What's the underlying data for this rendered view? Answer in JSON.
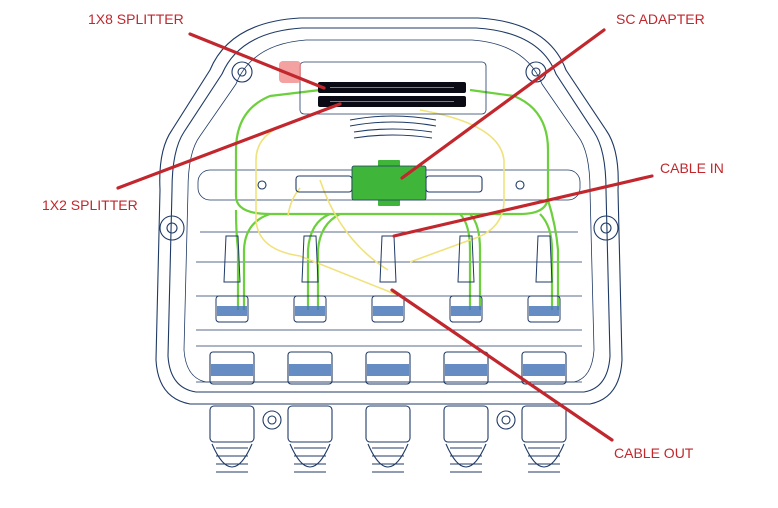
{
  "labels": {
    "splitter_1x8": "1X8 SPLITTER",
    "sc_adapter": "SC  ADAPTER",
    "cable_in": "CABLE IN",
    "splitter_1x2": "1X2 SPLITTER",
    "cable_out": "CABLE OUT"
  },
  "colors": {
    "callout": "#c1272d",
    "outline": "#1f3a66",
    "fiber_green": "#6ccf3c",
    "fiber_yellow": "#f0e27a",
    "adapter": "#3fb63a",
    "grommet": "#4a78b8",
    "splitter_body": "#0a0a14",
    "marker": "#f08a8a"
  },
  "ports": {
    "count": 5
  }
}
